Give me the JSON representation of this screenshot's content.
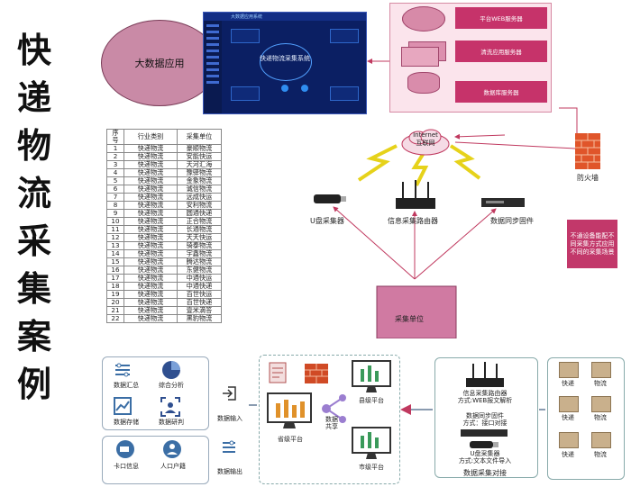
{
  "title_chars": [
    "快",
    "递",
    "物",
    "流",
    "采",
    "集",
    "案",
    "例"
  ],
  "big_data_app": "大数据应用",
  "screen": {
    "header": "大数据应用系统",
    "center": "快递物流采集系统"
  },
  "servers": [
    "平台WEB服务器",
    "清洗应用服务器",
    "数据库服务器"
  ],
  "internet": [
    "Internet",
    "互联网"
  ],
  "firewall": "防火墙",
  "devices": {
    "usb": "U盘采集器",
    "router": "信息采集路由器",
    "sync": "数据同步固件"
  },
  "note": "不通设备能配不同采集方式应用不同的采集场景",
  "collect_unit": "采集单位",
  "table": {
    "headers": [
      "序号",
      "行业类别",
      "采集单位"
    ],
    "rows": [
      [
        "1",
        "快递物流",
        "豪顺物流"
      ],
      [
        "2",
        "快递物流",
        "安能快运"
      ],
      [
        "3",
        "快递物流",
        "天河汇海"
      ],
      [
        "4",
        "快递物流",
        "豫驿物流"
      ],
      [
        "5",
        "快递物流",
        "金象物流"
      ],
      [
        "6",
        "快递物流",
        "诚信物流"
      ],
      [
        "7",
        "快递物流",
        "远成快运"
      ],
      [
        "8",
        "快递物流",
        "安利物流"
      ],
      [
        "9",
        "快递物流",
        "圆通快递"
      ],
      [
        "10",
        "快递物流",
        "正合物流"
      ],
      [
        "11",
        "快递物流",
        "长通物流"
      ],
      [
        "12",
        "快递物流",
        "天天快运"
      ],
      [
        "13",
        "快递物流",
        "骑泰物流"
      ],
      [
        "14",
        "快递物流",
        "宇鑫物流"
      ],
      [
        "15",
        "快递物流",
        "腾达物流"
      ],
      [
        "16",
        "快递物流",
        "东健物流"
      ],
      [
        "17",
        "快递物流",
        "中通快运"
      ],
      [
        "18",
        "快递物流",
        "中通快递"
      ],
      [
        "19",
        "快递物流",
        "百世快运"
      ],
      [
        "20",
        "快递物流",
        "百世快递"
      ],
      [
        "21",
        "快递物流",
        "壹米滴答"
      ],
      [
        "22",
        "快递物流",
        "黑豹物流"
      ]
    ]
  },
  "bottom": {
    "left_items": [
      "数据汇总",
      "综合分析",
      "数据存储",
      "数据研判"
    ],
    "left_items2": [
      "卡口信息",
      "人口户籍"
    ],
    "io": [
      "数据输入",
      "数据输出"
    ],
    "platforms": [
      "省级平台",
      "县级平台",
      "市级平台"
    ],
    "share": [
      "数据",
      "共享"
    ],
    "collect_items": [
      [
        "信息采集路由器",
        "方式:WEB报文解析"
      ],
      [
        "数据同步固件",
        "方式：接口对接"
      ],
      [
        "U盘采集器",
        "方式:文本文件导入"
      ]
    ],
    "collect_title": "数据采集对接",
    "express_labels": [
      "快递",
      "物流",
      "快递",
      "物流",
      "快递",
      "物流"
    ]
  },
  "colors": {
    "pink": "#c6336a",
    "screen_bg": "#0b1f63"
  }
}
